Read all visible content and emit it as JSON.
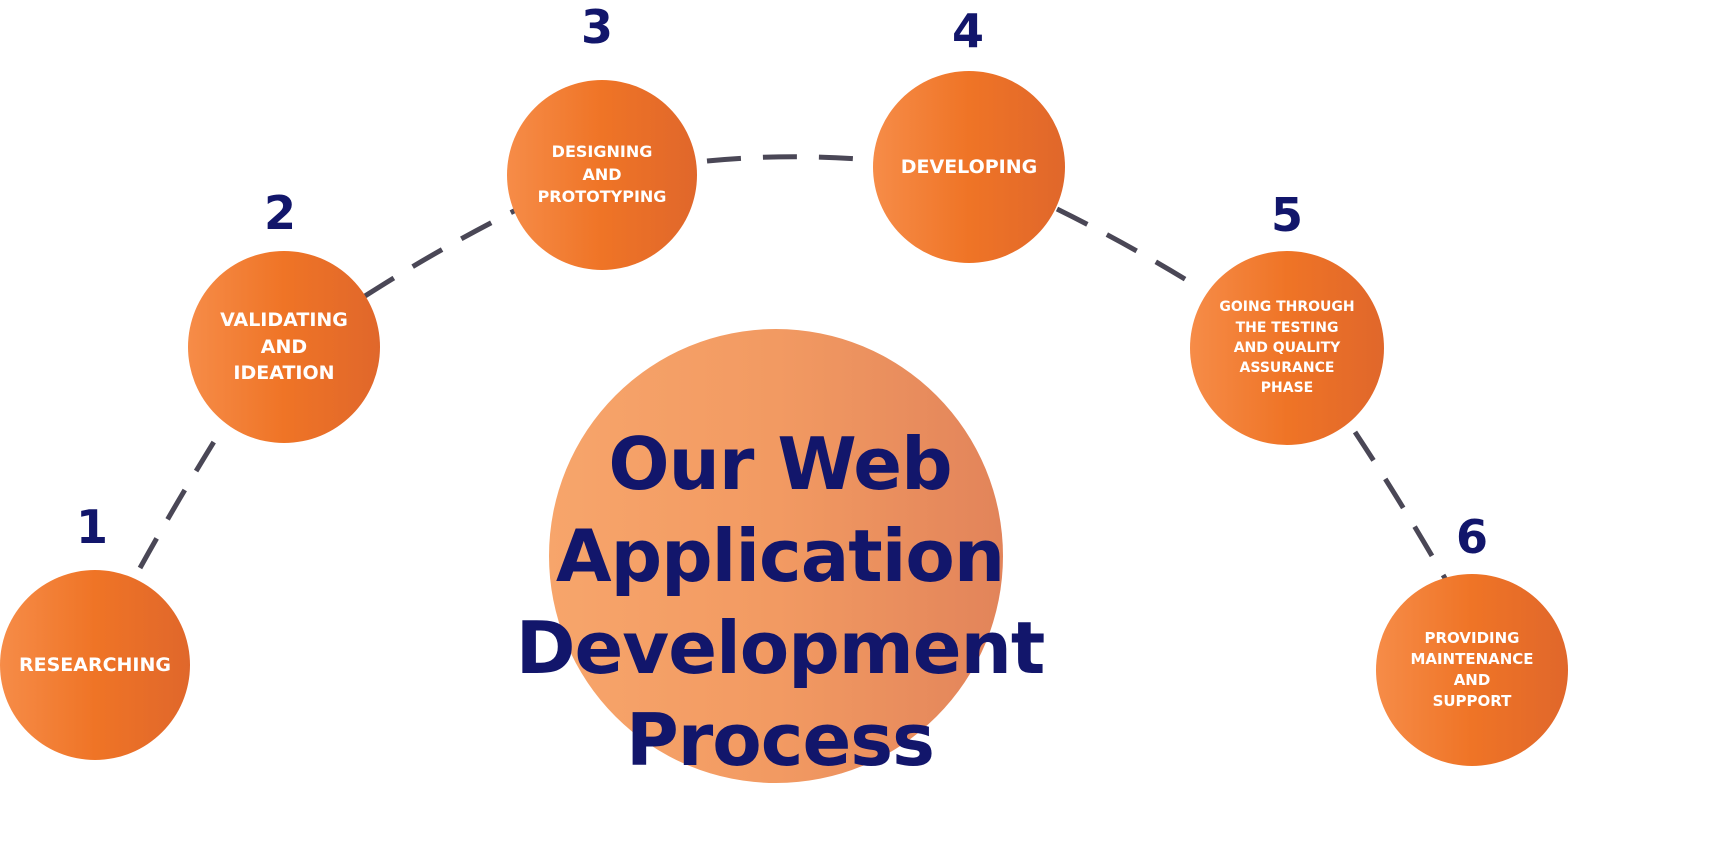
{
  "title": "Our Web Application\nDevelopment\nProcess",
  "colors": {
    "accent": "#ef7426",
    "navy": "#12166b",
    "line": "#4a4756"
  },
  "steps": [
    {
      "number": "1",
      "label": "RESEARCHING"
    },
    {
      "number": "2",
      "label": "VALIDATING\nAND\nIDEATION"
    },
    {
      "number": "3",
      "label": "DESIGNING\nAND\nPROTOTYPING"
    },
    {
      "number": "4",
      "label": "DEVELOPING"
    },
    {
      "number": "5",
      "label": "GOING THROUGH\nTHE TESTING\nAND QUALITY\nASSURANCE\nPHASE"
    },
    {
      "number": "6",
      "label": "PROVIDING\nMAINTENANCE\nAND\nSUPPORT"
    }
  ]
}
